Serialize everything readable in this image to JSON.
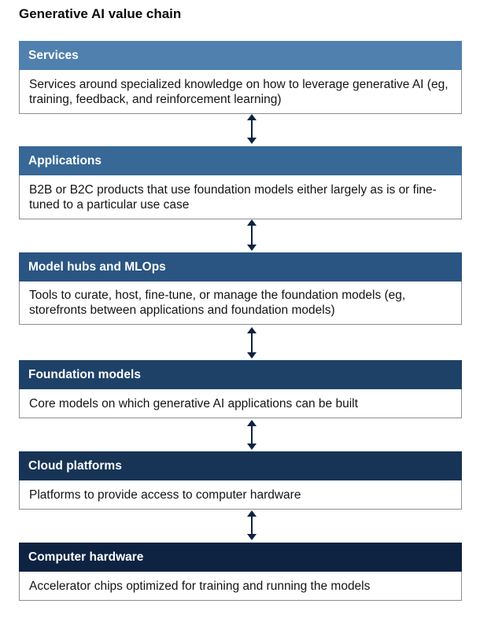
{
  "title": "Generative AI value chain",
  "layers": [
    {
      "name": "Services",
      "description": "Services around specialized knowledge on how to leverage generative AI (eg, training, feedback, and reinforcement learning)",
      "color": "#5080ad"
    },
    {
      "name": "Applications",
      "description": "B2B or B2C products that use foundation models either largely as is or fine-tuned to a particular use case",
      "color": "#376896"
    },
    {
      "name": "Model hubs and MLOps",
      "description": "Tools to curate, host, fine-tune, or manage the foundation models (eg, storefronts between applications and foundation models)",
      "color": "#2a5582"
    },
    {
      "name": "Foundation models",
      "description": "Core models on which generative AI applications can be built",
      "color": "#1e4168"
    },
    {
      "name": "Cloud platforms",
      "description": "Platforms to provide access to computer hardware",
      "color": "#173456"
    },
    {
      "name": "Computer hardware",
      "description": "Accelerator chips optimized for training and running the models",
      "color": "#0e2342"
    }
  ],
  "arrow_color": "#0e2342"
}
